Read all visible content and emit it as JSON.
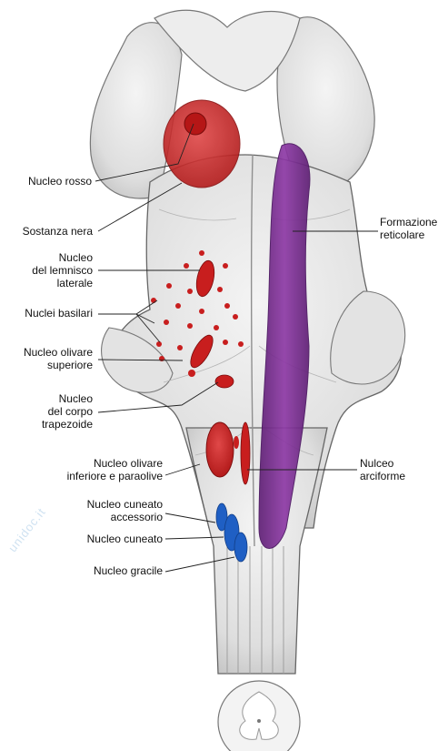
{
  "labels": {
    "nucleo_rosso": "Nucleo rosso",
    "sostanza_nera": "Sostanza nera",
    "lemnisco": "Nucleo\ndel lemnisco\nlaterale",
    "basilari": "Nuclei basilari",
    "olivare_sup": "Nucleo olivare\nsuperiore",
    "trapezoide": "Nucleo\ndel corpo\ntrapezoide",
    "olivare_inf": "Nucleo olivare\ninferiore e paraolive",
    "cuneato_acc": "Nucleo cuneato\naccessorio",
    "cuneato": "Nucleo cuneato",
    "gracile": "Nucleo gracile",
    "reticolare": "Formazione\nreticolare",
    "arciforme": "Nulceo\narciforme"
  },
  "watermark": "unidoc.it",
  "colors": {
    "red_nucleus": "#c81e1e",
    "reticular": "#7a2e8e",
    "blue_nucleus": "#1f5fc4",
    "tissue": "#e6e6e6",
    "tissue_shade": "#bdbdbd",
    "outline": "#555555",
    "leader": "#222222"
  }
}
